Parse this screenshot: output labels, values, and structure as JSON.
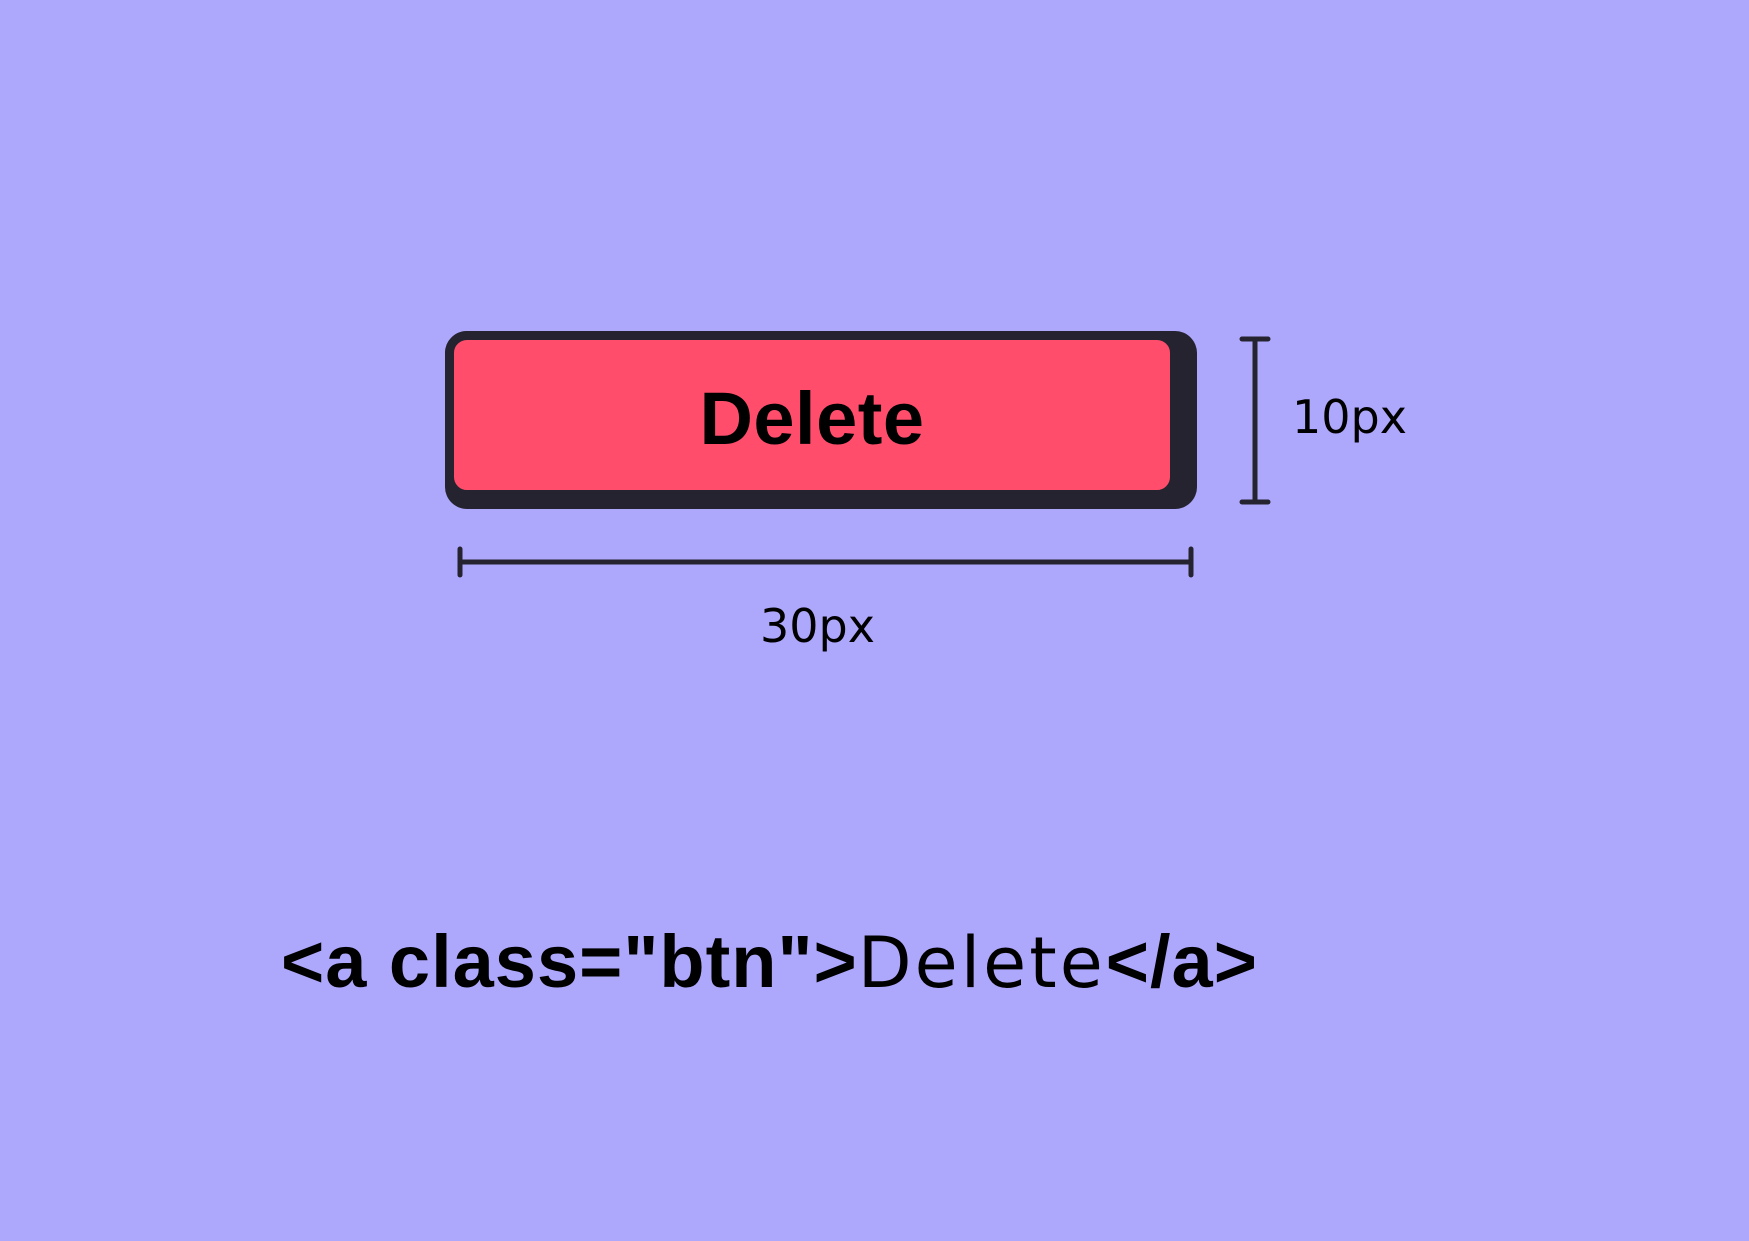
{
  "button": {
    "label": "Delete",
    "fill_color": "#ff4d6b",
    "border_color": "#24232f"
  },
  "dimensions": {
    "height_label": "10px",
    "width_label": "30px"
  },
  "code": {
    "open_tag": "<a class=\"btn\">",
    "content": "Delete",
    "close_tag": "</a>"
  },
  "background_color": "#aea8fd"
}
